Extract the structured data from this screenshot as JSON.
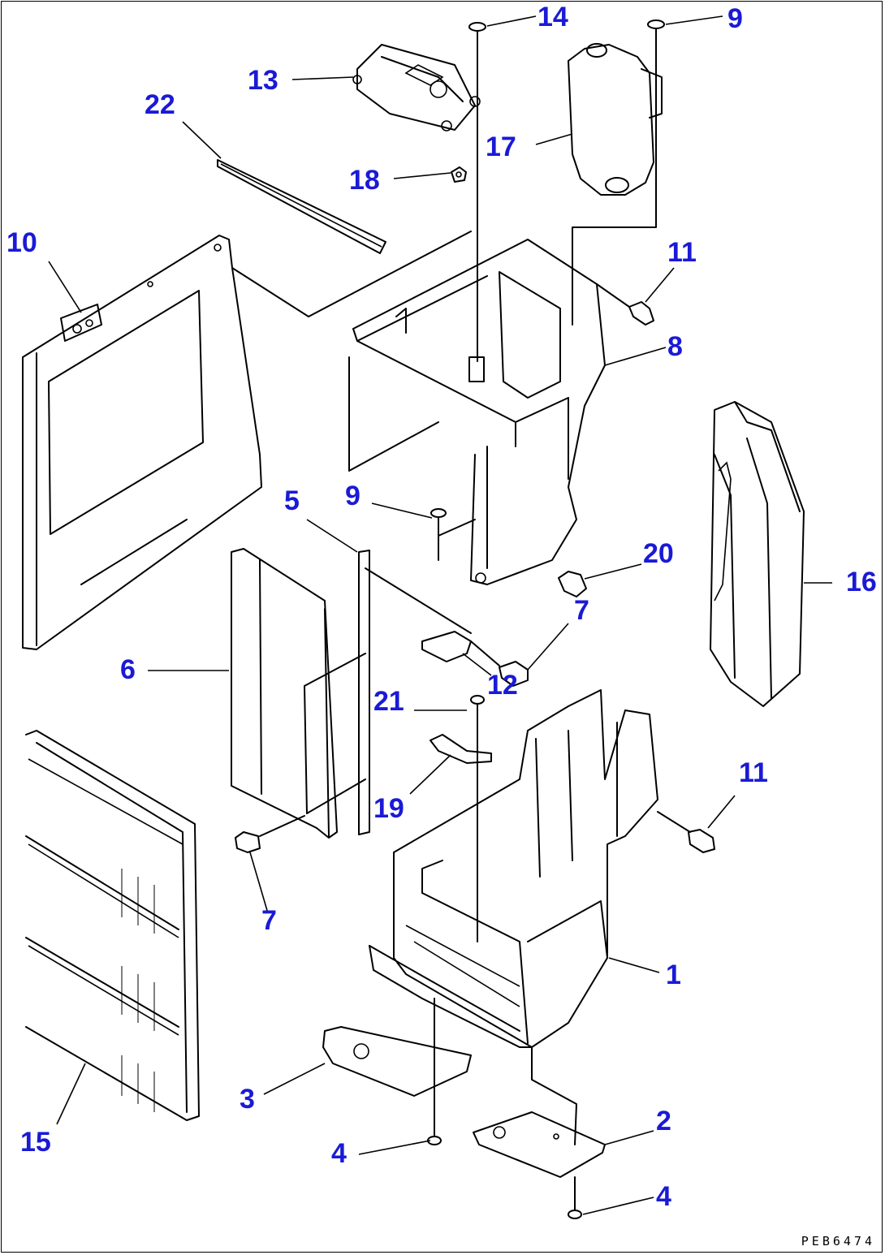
{
  "drawing_code": "PEB6474",
  "callout_color": "#1a1ad6",
  "callouts": {
    "c1": "1",
    "c2": "2",
    "c3": "3",
    "c4a": "4",
    "c4b": "4",
    "c5": "5",
    "c6": "6",
    "c7a": "7",
    "c7b": "7",
    "c8": "8",
    "c9a": "9",
    "c9b": "9",
    "c10": "10",
    "c11a": "11",
    "c11b": "11",
    "c12": "12",
    "c13": "13",
    "c14": "14",
    "c15": "15",
    "c16": "16",
    "c17": "17",
    "c18": "18",
    "c19": "19",
    "c20": "20",
    "c21": "21",
    "c22": "22"
  }
}
